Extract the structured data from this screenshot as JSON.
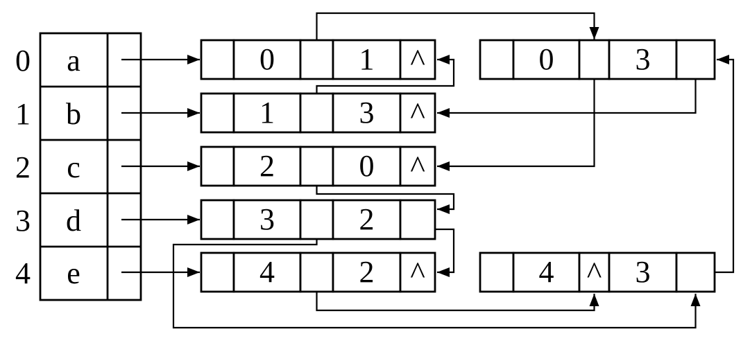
{
  "figure": {
    "colors": {
      "background": "#ffffff",
      "ink": "#000000"
    },
    "vertex_table": {
      "rows": [
        {
          "index": "0",
          "data": "a"
        },
        {
          "index": "1",
          "data": "b"
        },
        {
          "index": "2",
          "data": "c"
        },
        {
          "index": "3",
          "data": "d"
        },
        {
          "index": "4",
          "data": "e"
        }
      ]
    },
    "edge_nodes": {
      "middle": [
        {
          "cells": [
            "",
            "0",
            "",
            "1",
            "^"
          ]
        },
        {
          "cells": [
            "",
            "1",
            "",
            "3",
            "^"
          ]
        },
        {
          "cells": [
            "",
            "2",
            "",
            "0",
            "^"
          ]
        },
        {
          "cells": [
            "",
            "3",
            "",
            "2",
            ""
          ]
        },
        {
          "cells": [
            "",
            "4",
            "",
            "2",
            "^"
          ]
        }
      ],
      "right": [
        {
          "cells": [
            "",
            "0",
            "",
            "3",
            ""
          ]
        },
        {
          "cells": [
            "",
            "4",
            "^",
            "3",
            ""
          ]
        }
      ]
    }
  }
}
